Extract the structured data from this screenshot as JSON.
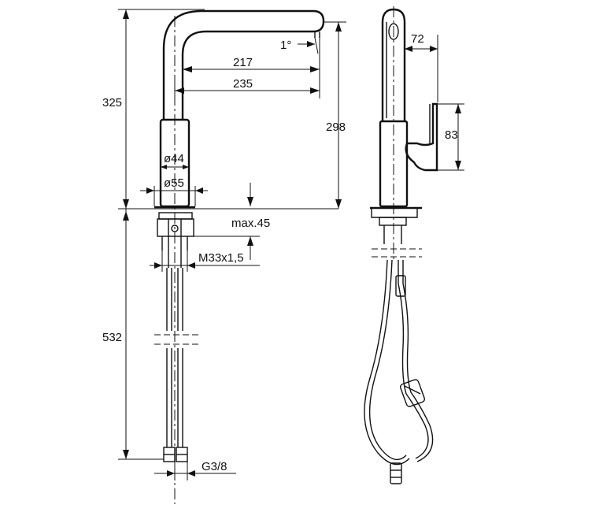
{
  "dimensions": {
    "height_total": "325",
    "spout_angle": "1°",
    "reach_inner": "217",
    "reach_outer": "235",
    "spout_height": "298",
    "diameter_body": "ø44",
    "diameter_base": "ø55",
    "max_thickness": "max.45",
    "thread": "M33x1,5",
    "hose_length": "532",
    "connection": "G3/8",
    "side_offset": "72",
    "lever_height": "83"
  },
  "colors": {
    "line": "#111111",
    "background": "#ffffff"
  }
}
